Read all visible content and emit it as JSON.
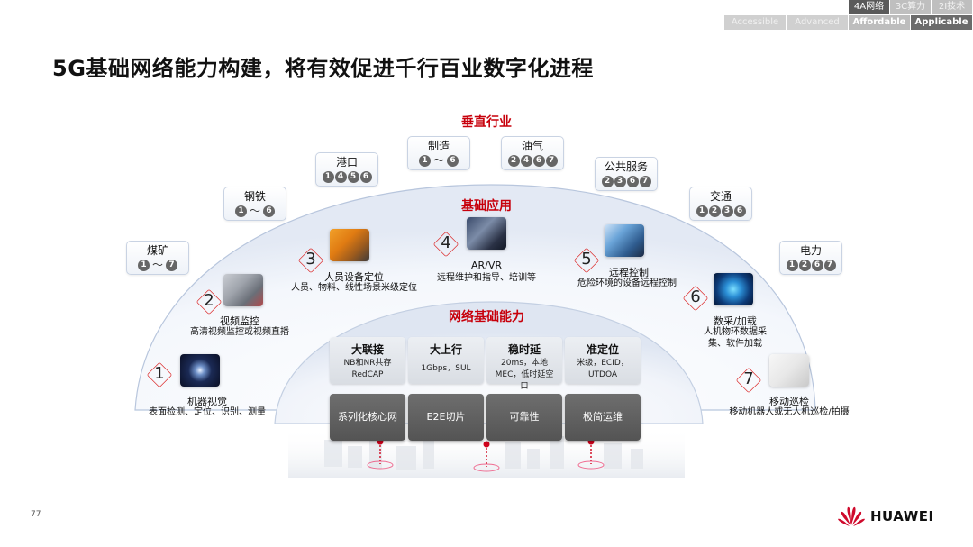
{
  "tabs": {
    "row1": [
      "4A网络",
      "3C算力",
      "2I技术"
    ],
    "row2": [
      "Accessible",
      "Advanced",
      "Affordable",
      "Applicable"
    ]
  },
  "title": "5G基础网络能力构建，将有效促进千行百业数字化进程",
  "sections": {
    "vertical": "垂直行业",
    "basic_apps": "基础应用",
    "network": "网络基础能力"
  },
  "industries": [
    {
      "name": "煤矿",
      "nums": [
        "1"
      ],
      "range_end": "7"
    },
    {
      "name": "钢铁",
      "nums": [
        "1"
      ],
      "range_end": "6"
    },
    {
      "name": "港口",
      "nums": [
        "1",
        "4",
        "5",
        "6"
      ]
    },
    {
      "name": "制造",
      "nums": [
        "1"
      ],
      "range_end": "6"
    },
    {
      "name": "油气",
      "nums": [
        "2",
        "4",
        "6",
        "7"
      ]
    },
    {
      "name": "公共服务",
      "nums": [
        "2",
        "3",
        "6",
        "7"
      ]
    },
    {
      "name": "交通",
      "nums": [
        "1",
        "2",
        "3",
        "6"
      ]
    },
    {
      "name": "电力",
      "nums": [
        "1",
        "2",
        "6",
        "7"
      ]
    }
  ],
  "tilde": "～",
  "apps": [
    {
      "num": "1",
      "title": "机器视觉",
      "desc": "表面检测、定位、识别、测量"
    },
    {
      "num": "2",
      "title": "视频监控",
      "desc": "高清视频监控或视频直播"
    },
    {
      "num": "3",
      "title": "人员设备定位",
      "desc": "人员、物料、线性场景米级定位"
    },
    {
      "num": "4",
      "title": "AR/VR",
      "desc": "远程维护和指导、培训等"
    },
    {
      "num": "5",
      "title": "远程控制",
      "desc": "危险环境的设备远程控制"
    },
    {
      "num": "6",
      "title": "数采/加载",
      "desc": "人机物环数据采",
      "desc2": "集、软件加载"
    },
    {
      "num": "7",
      "title": "移动巡检",
      "desc": "移动机器人或无人机巡检/拍摄"
    }
  ],
  "capabilities": [
    {
      "head": "大联接",
      "l1": "NB和NR共存",
      "l2": "RedCAP"
    },
    {
      "head": "大上行",
      "l1": "1Gbps，SUL",
      "l2": ""
    },
    {
      "head": "稳时延",
      "l1": "20ms，本地",
      "l2": "MEC，低时延空",
      "l3": "口"
    },
    {
      "head": "准定位",
      "l1": "米级，ECID，",
      "l2": "UTDOA"
    }
  ],
  "core": [
    "系列化核心网",
    "E2E切片",
    "可靠性",
    "极简运维"
  ],
  "page_number": "77",
  "brand": "HUAWEI",
  "colors": {
    "accent": "#c7000b",
    "dot": "#666666",
    "core": "#5c5c5c"
  }
}
